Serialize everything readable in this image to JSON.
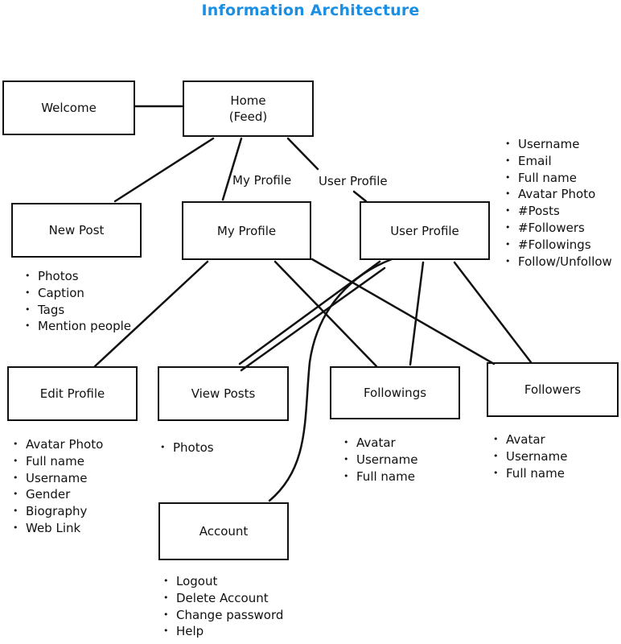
{
  "title": "Information Architecture",
  "colors": {
    "title": "#1a8fe3",
    "stroke": "#111111"
  },
  "nodes": {
    "welcome": "Welcome",
    "home_line1": "Home",
    "home_line2": "(Feed)",
    "new_post": "New Post",
    "my_profile": "My Profile",
    "user_profile": "User Profile",
    "edit_profile": "Edit Profile",
    "view_posts": "View Posts",
    "followings": "Followings",
    "followers": "Followers",
    "account": "Account"
  },
  "edge_labels": {
    "my_profile": "My Profile",
    "user_profile": "User Profile"
  },
  "lists": {
    "user_profile": [
      "Username",
      "Email",
      "Full name",
      "Avatar Photo",
      "#Posts",
      "#Followers",
      "#Followings",
      "Follow/Unfollow"
    ],
    "new_post": [
      "Photos",
      "Caption",
      "Tags",
      "Mention people"
    ],
    "edit_profile": [
      "Avatar Photo",
      "Full name",
      "Username",
      "Gender",
      "Biography",
      "Web Link"
    ],
    "view_posts": [
      "Photos"
    ],
    "followings": [
      "Avatar",
      "Username",
      "Full name"
    ],
    "followers": [
      "Avatar",
      "Username",
      "Full name"
    ],
    "account": [
      "Logout",
      "Delete Account",
      "Change password",
      "Help"
    ]
  }
}
